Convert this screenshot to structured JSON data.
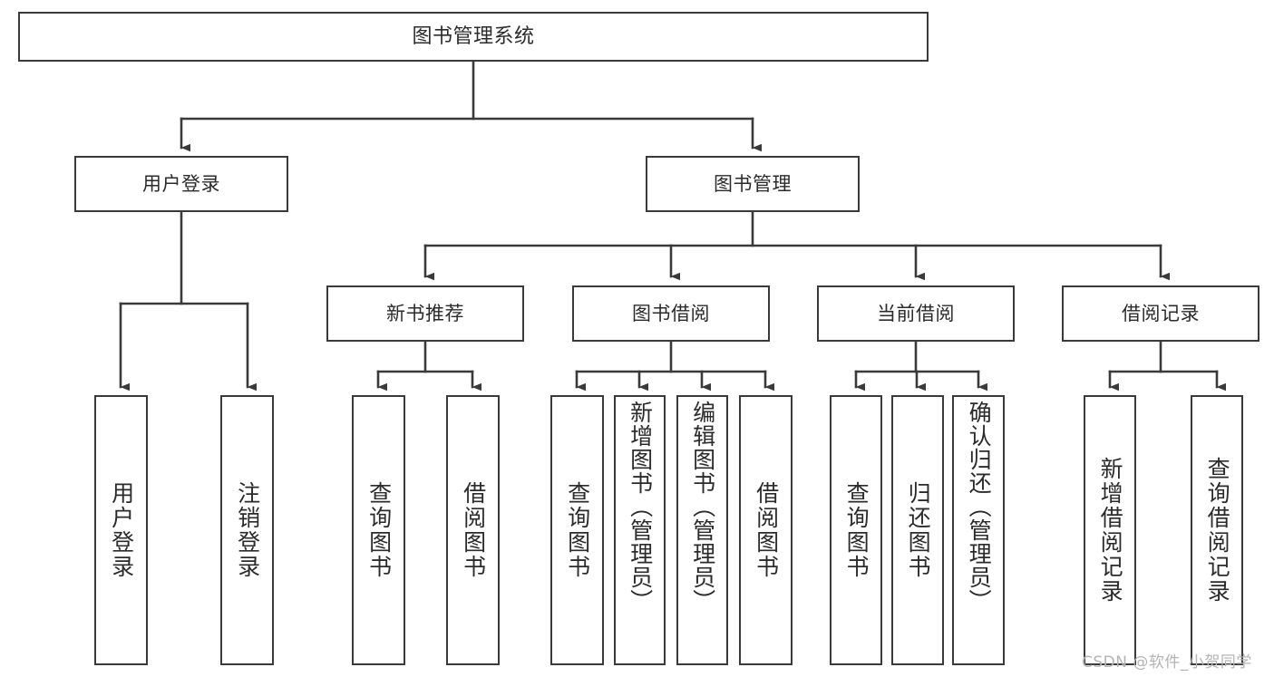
{
  "diagram": {
    "title": "图书管理系统",
    "type": "tree-hierarchy-chart",
    "orientation": "top-down",
    "colors": {
      "box_border": "#3a3a3a",
      "box_fill": "#ffffff",
      "text": "#2b2b2b",
      "edge": "#3a3a3a",
      "background": "#ffffff",
      "watermark": "#b4b4b4"
    }
  },
  "nodes": {
    "root": {
      "label": "图书管理系统"
    },
    "level2": {
      "user_login": {
        "label": "用户登录"
      },
      "book_manage": {
        "label": "图书管理"
      }
    },
    "level3": {
      "new_book_recommend": {
        "label": "新书推荐"
      },
      "book_borrow": {
        "label": "图书借阅"
      },
      "current_borrow": {
        "label": "当前借阅"
      },
      "borrow_record": {
        "label": "借阅记录"
      }
    },
    "leaves": {
      "user_login": [
        {
          "label": "用户登录"
        },
        {
          "label": "注销登录"
        }
      ],
      "new_book_recommend": [
        {
          "label": "查询图书"
        },
        {
          "label": "借阅图书"
        }
      ],
      "book_borrow": [
        {
          "label": "查询图书"
        },
        {
          "label": "新增图书（管理员）"
        },
        {
          "label": "编辑图书（管理员）"
        },
        {
          "label": "借阅图书"
        }
      ],
      "current_borrow": [
        {
          "label": "查询图书"
        },
        {
          "label": "归还图书"
        },
        {
          "label": "确认归还（管理员）"
        }
      ],
      "borrow_record": [
        {
          "label": "新增借阅记录"
        },
        {
          "label": "查询借阅记录"
        }
      ]
    }
  },
  "watermark": {
    "text": "CSDN @软件_小贺同学"
  }
}
